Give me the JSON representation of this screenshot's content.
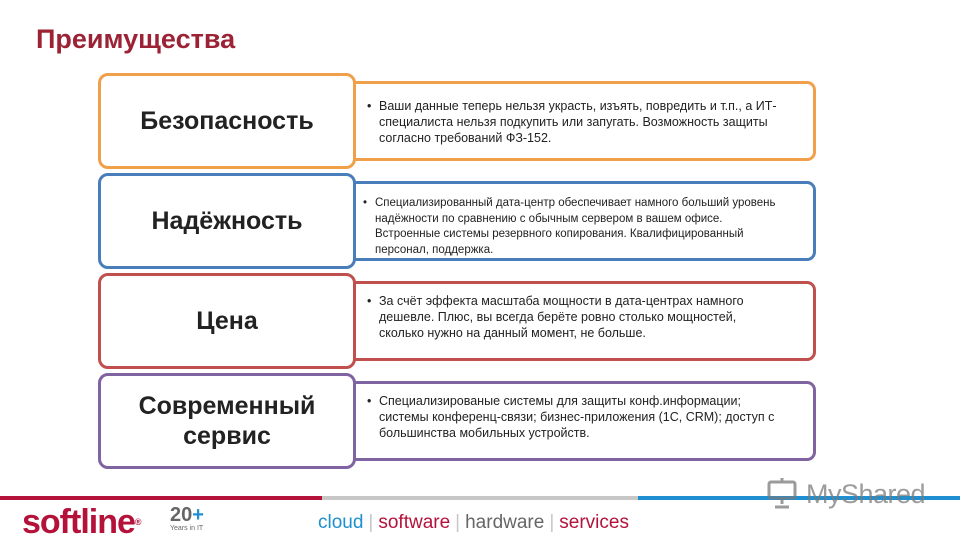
{
  "slide": {
    "title": "Преимущества"
  },
  "rows": [
    {
      "label": "Безопасность",
      "bullet": "•",
      "text": "Ваши данные теперь нельзя украсть, изъять, повредить и т.п., а ИТ-специалиста нельзя подкупить или запугать. Возможность защиты согласно требований ФЗ-152.",
      "color": "#f0a04b"
    },
    {
      "label": "Надёжность",
      "bullet": "•",
      "text": "Специализированный дата-центр обеспечивает намного больший уровень надёжности по сравнению с обычным сервером в вашем офисе. Встроенные системы резервного копирования. Квалифицированный персонал, поддержка.",
      "color": "#4a7ebb"
    },
    {
      "label": "Цена",
      "bullet": "•",
      "text": "За счёт эффекта масштаба мощности в дата-центрах намного дешевле. Плюс, вы всегда берёте ровно столько мощностей, сколько нужно на данный момент, не больше.",
      "color": "#c0504d"
    },
    {
      "label": "Современный сервис",
      "bullet": "•",
      "text": "Специализированые системы для защиты конф.информации; системы конференц-связи; бизнес-приложения (1С, CRM); доступ с большинства мобильных устройств.",
      "color": "#8064a2"
    }
  ],
  "footer": {
    "logo_text": "softline",
    "logo_reg": "®",
    "years_number": "20",
    "years_plus": "+",
    "years_caption": "Years in IT",
    "services": {
      "cloud": "cloud",
      "software": "software",
      "hardware": "hardware",
      "services": "services",
      "separator": "|"
    },
    "watermark": "MyShared",
    "colors": {
      "brand_red": "#b5123a",
      "brand_blue": "#1e8fd0",
      "gray": "#c7c7c7"
    }
  }
}
